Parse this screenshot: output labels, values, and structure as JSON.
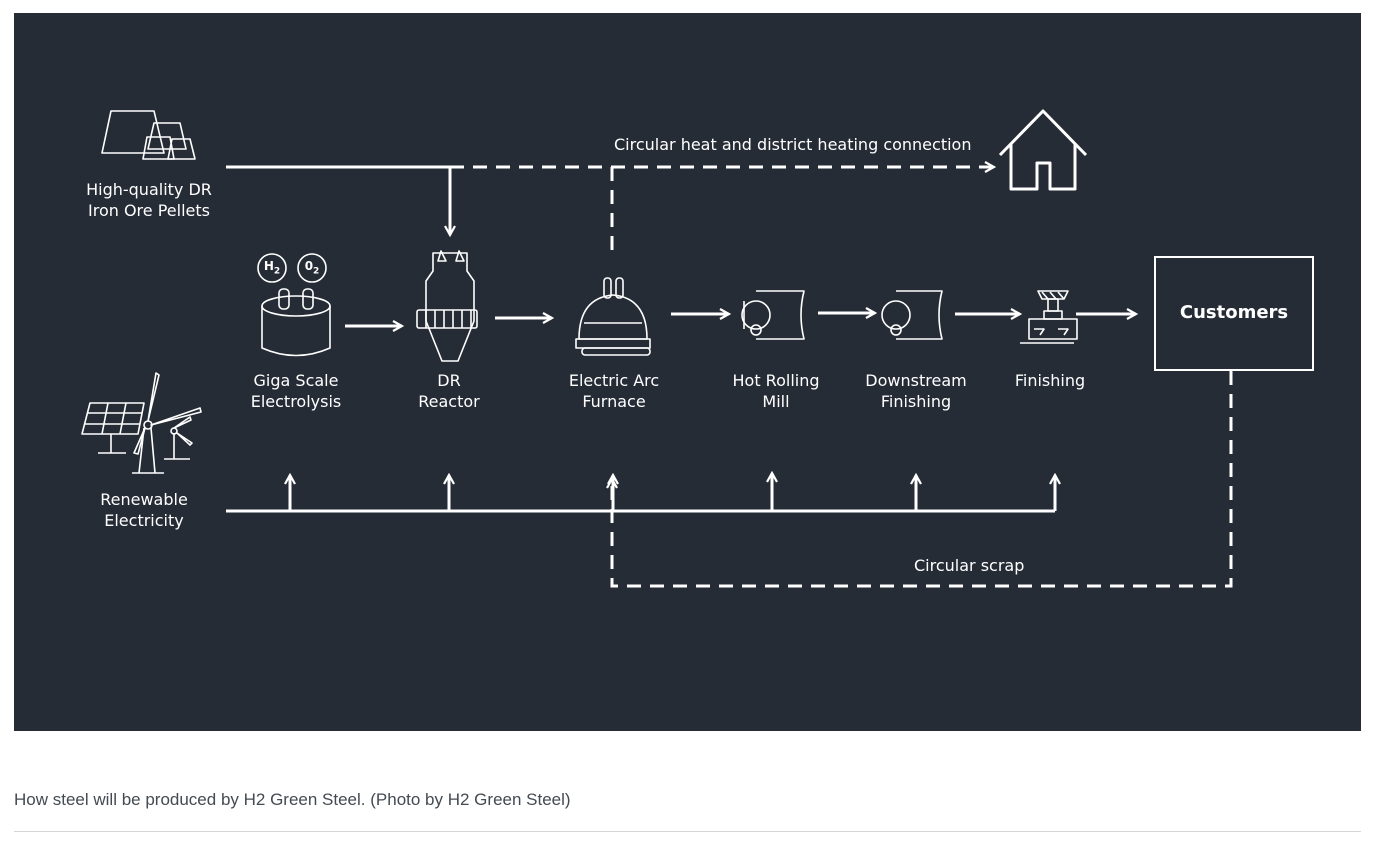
{
  "diagram": {
    "background": "#262c36",
    "line_color": "#ffffff",
    "inputs": {
      "pellets": "High-quality DR\nIron Ore Pellets",
      "electricity": "Renewable\nElectricity"
    },
    "steps": [
      {
        "label": "Giga Scale\nElectrolysis",
        "icon": "electrolysis-icon"
      },
      {
        "label": "DR\nReactor",
        "icon": "dr-reactor-icon"
      },
      {
        "label": "Electric Arc\nFurnace",
        "icon": "electric-arc-furnace-icon"
      },
      {
        "label": "Hot Rolling\nMill",
        "icon": "hot-rolling-mill-icon"
      },
      {
        "label": "Downstream\nFinishing",
        "icon": "downstream-finishing-icon"
      },
      {
        "label": "Finishing",
        "icon": "finishing-icon"
      }
    ],
    "customers": "Customers",
    "heat_connection": "Circular heat and district heating connection",
    "scrap": "Circular scrap",
    "h2_label": "H",
    "h2_sub": "2",
    "o2_label": "0",
    "o2_sub": "2"
  },
  "caption": "How steel will be produced by H2 Green Steel. (Photo by H2 Green Steel)"
}
